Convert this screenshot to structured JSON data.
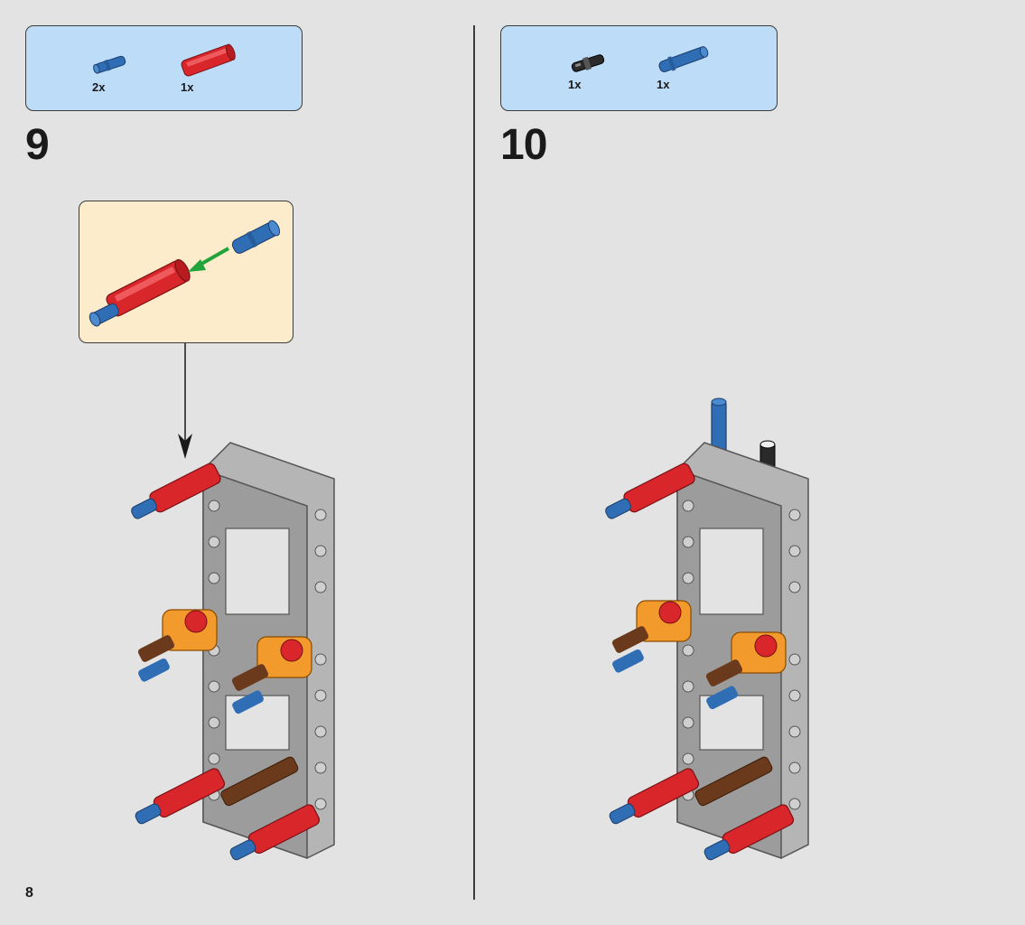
{
  "page": {
    "number": "8"
  },
  "steps": [
    {
      "number": "9",
      "parts": [
        {
          "qty": "2x",
          "icon": "blue-axle-pin-icon",
          "color": "#2f6db5"
        },
        {
          "qty": "1x",
          "icon": "red-axle-connector-icon",
          "color": "#d8262b"
        }
      ]
    },
    {
      "number": "10",
      "parts": [
        {
          "qty": "1x",
          "icon": "black-friction-pin-icon",
          "color": "#2a2a2a"
        },
        {
          "qty": "1x",
          "icon": "blue-axle-pin-icon",
          "color": "#2f6db5"
        }
      ]
    }
  ],
  "colors": {
    "panel": "#bcdcf7",
    "callout": "#fdeccb",
    "frame": "#a7a7a7",
    "orange": "#f29a2c",
    "brown": "#6b3a1c",
    "arrow": "#22a33b"
  }
}
